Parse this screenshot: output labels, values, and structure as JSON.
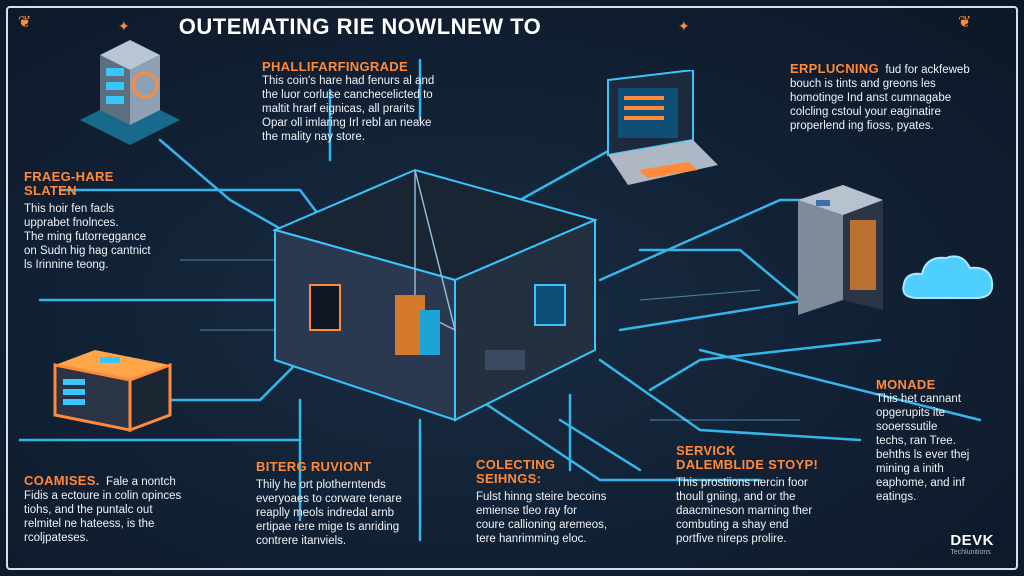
{
  "title": "OUTEMATING RIE NOWLNEW TO",
  "colors": {
    "accent": "#ff8a3a",
    "neon": "#39c6ff",
    "bg": "#0f1b2b"
  },
  "blocks": {
    "top_center": {
      "heading": "PHALLIFARFINGRADE",
      "lines": [
        "This coin's hare had fenurs al and",
        "the luor corluse canchecelicted to",
        "maltit hrarf eignicas, all prarits",
        "Opar oll imlaring Irl rebl an neake",
        "the mality nay store."
      ]
    },
    "top_right": {
      "heading": "ERPLUCNING",
      "lines": [
        "fud for ackfeweb",
        "bouch is tints and greons les",
        "homotinge Ind anst cumnagabe",
        "colcling cstoul your eaginatire",
        "properlend ing fioss, pyates."
      ]
    },
    "left_mid": {
      "heading1": "FRAEG-HARE",
      "heading2": "SLATEN",
      "lines": [
        "This hoir fen facls",
        "upprabet fnolnces.",
        "The ming futorreggance",
        "on Sudn hig hag cantnict",
        "ls Irinnine teong."
      ]
    },
    "right_mid": {
      "heading": "MONADE",
      "lines": [
        "This het cannant",
        "opgerupits ite",
        "sooerssutile",
        "techs, ran Tree.",
        "behths ls ever thej",
        "mining a inith",
        "eaphome, and inf",
        "eatings."
      ]
    },
    "bottom1": {
      "heading": "COAMISES.",
      "lines": [
        "Fale a nontch",
        "Fidis a ectoure in colin opinces",
        "tiohs, and the puntalc out",
        "relmitel ne hateess, is the",
        "rcoljpateses."
      ]
    },
    "bottom2": {
      "heading": "BITERG RUVIONT",
      "lines": [
        "Thily he ort plotherntends",
        "everyoaes to corware tenare",
        "reaplly meols indredal arnb",
        "ertipae rere mige ts anriding",
        "contrere itanviels."
      ]
    },
    "bottom3": {
      "heading1": "COLECTING",
      "heading2": "SEIHNGS:",
      "lines": [
        "Fulst hinng steire becoins",
        "emiense tleo ray for",
        "coure callioning aremeos,",
        "tere hanrimming eloc."
      ]
    },
    "bottom4": {
      "heading1": "SERVICK",
      "heading2": "DALEMBLIDE STOYP!",
      "lines": [
        "This prostiions nercin foor",
        "thoull gniing, and or the",
        "daacmineson marning ther",
        "combuting a shay end",
        "portfive nireps prolire."
      ]
    }
  },
  "logo": {
    "brand": "DEVK",
    "tagline": "Techlunitions"
  },
  "icons": [
    "server-rack-icon",
    "laptop-icon",
    "storage-server-icon",
    "cloud-icon",
    "hardware-box-icon",
    "isometric-room-icon"
  ]
}
